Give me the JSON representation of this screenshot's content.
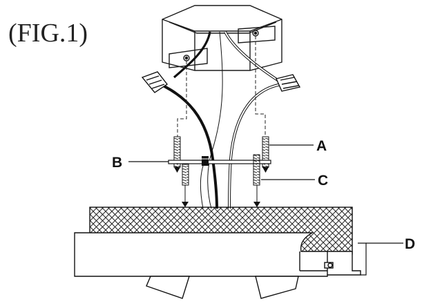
{
  "figure": {
    "title": "(FIG.1)",
    "callouts": {
      "a": "A",
      "b": "B",
      "c": "C",
      "d": "D"
    }
  },
  "colors": {
    "ink": "#1a1a1a",
    "background": "#ffffff",
    "hatch": "#222222"
  }
}
